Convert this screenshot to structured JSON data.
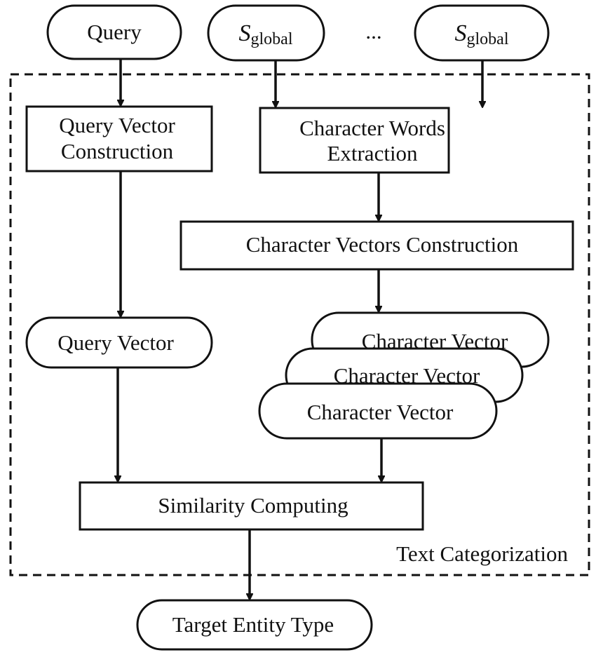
{
  "inputs": {
    "query": "Query",
    "s_global_base": "S",
    "s_global_sub": "global",
    "ellipsis": "..."
  },
  "nodes": {
    "query_vector_construction_line1": "Query Vector",
    "query_vector_construction_line2": "Construction",
    "character_words_extraction_line1": "Character Words",
    "character_words_extraction_line2": "Extraction",
    "character_vectors_construction": "Character Vectors Construction",
    "query_vector": "Query Vector",
    "character_vector": "Character Vector",
    "similarity_computing": "Similarity Computing",
    "target_entity_type": "Target Entity Type"
  },
  "group_label": "Text Categorization"
}
